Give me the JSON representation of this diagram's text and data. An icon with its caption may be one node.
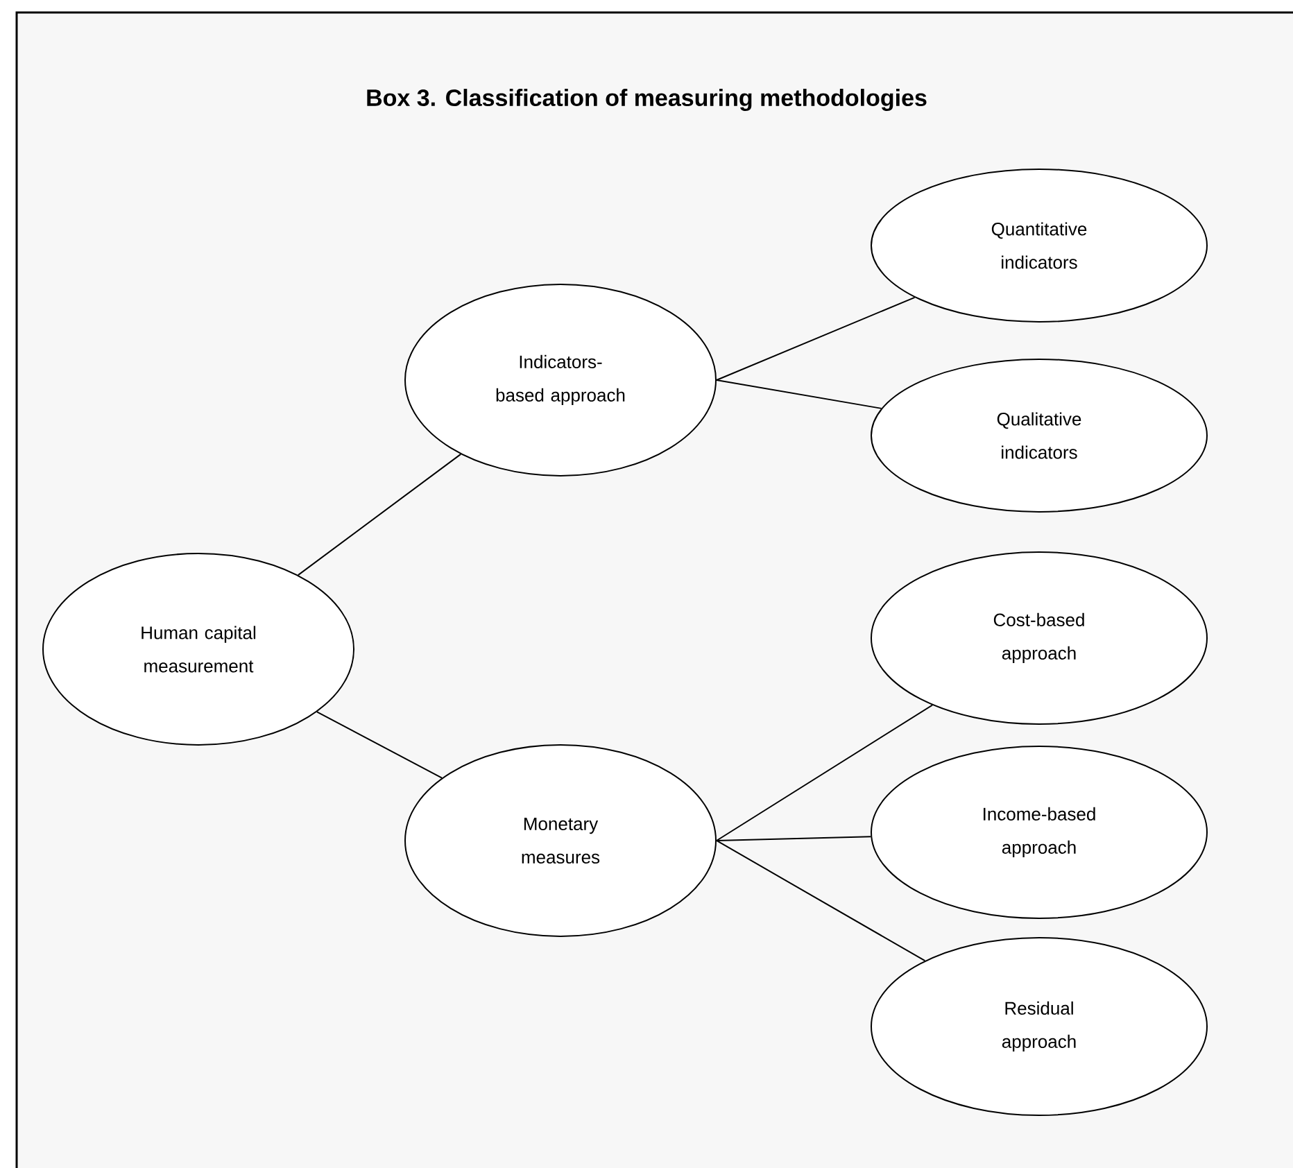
{
  "diagram": {
    "title": "Box 3. Classification of measuring methodologies",
    "nodes": [
      {
        "text": [
          "Human capital measurement"
        ]
      },
      {
        "text": [
          "Indicators-based approach"
        ]
      },
      {
        "text": [
          "Monetary measures"
        ]
      },
      {
        "text": [
          "Quantitative indicators"
        ]
      },
      {
        "text": [
          "Qualitative indicators"
        ]
      },
      {
        "text": [
          "Cost-based approach"
        ]
      },
      {
        "text": [
          "Income-based approach"
        ]
      },
      {
        "text": [
          "Residual approach"
        ]
      }
    ],
    "edges": [
      {
        "from": 0,
        "to": 1,
        "arrow": "none"
      },
      {
        "from": 0,
        "to": 2,
        "arrow": "none"
      },
      {
        "from": 1,
        "to": 3,
        "arrow": "none"
      },
      {
        "from": 1,
        "to": 4,
        "arrow": "none"
      },
      {
        "from": 2,
        "to": 5,
        "arrow": "none"
      },
      {
        "from": 2,
        "to": 6,
        "arrow": "none"
      },
      {
        "from": 2,
        "to": 7,
        "arrow": "none"
      }
    ]
  }
}
